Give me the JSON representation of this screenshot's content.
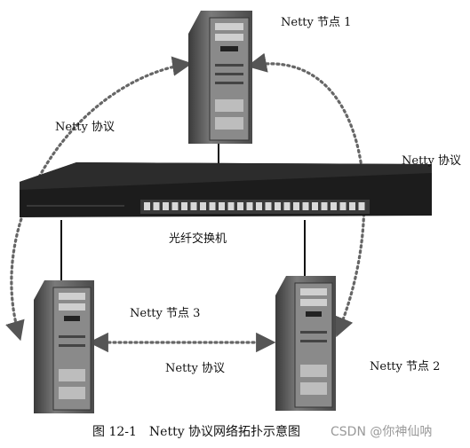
{
  "labels": {
    "node1": "Netty 节点 1",
    "node2": "Netty 节点 2",
    "node3": "Netty 节点 3",
    "protocol_left": "Netty 协议",
    "protocol_right": "Netty 协议",
    "protocol_bottom": "Netty 协议",
    "switch": "光纤交换机"
  },
  "caption": {
    "number": "图 12-1",
    "title": "Netty 协议网络拓扑示意图"
  },
  "watermark": "CSDN @你神仙呐",
  "colors": {
    "server_body": "#5a5a5a",
    "switch_body": "#1c1c1c",
    "link": "#111111",
    "dotted_link": "#666666"
  }
}
